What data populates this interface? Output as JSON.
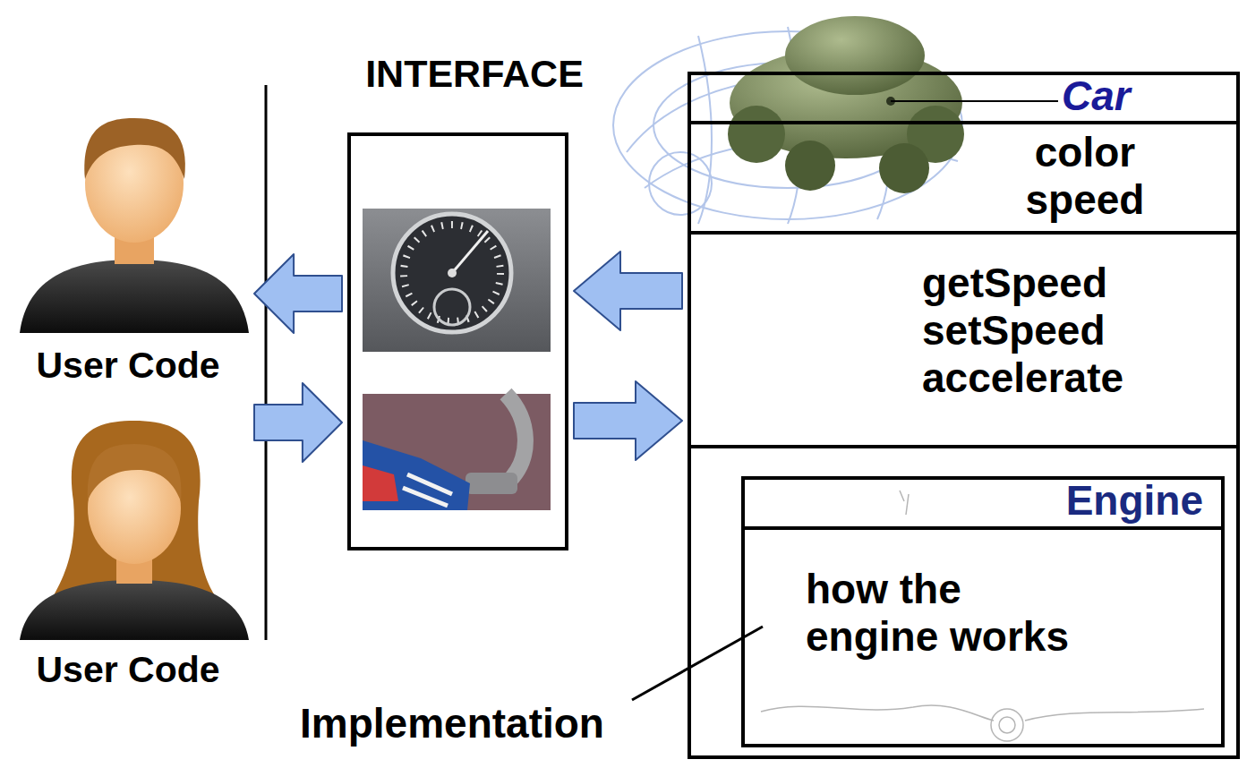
{
  "diagram": {
    "nodes": [
      {
        "text": [
          "User Code"
        ]
      },
      {
        "text": [
          "User Code"
        ]
      },
      {
        "text": [
          "INTERFACE"
        ]
      },
      {
        "text": [
          "Car",
          "color speed",
          "getSpeed setSpeed accelerate"
        ]
      },
      {
        "text": [
          "Engine",
          "how the engine works"
        ],
        "in": 3
      }
    ],
    "edges": [
      {
        "from": 2,
        "to": 0,
        "arrow": "to"
      },
      {
        "from": 1,
        "to": 2,
        "arrow": "to"
      },
      {
        "from": 3,
        "to": 2,
        "arrow": "to"
      },
      {
        "from": 2,
        "to": 3,
        "arrow": "to"
      }
    ],
    "labels": [
      "Implementation"
    ]
  }
}
